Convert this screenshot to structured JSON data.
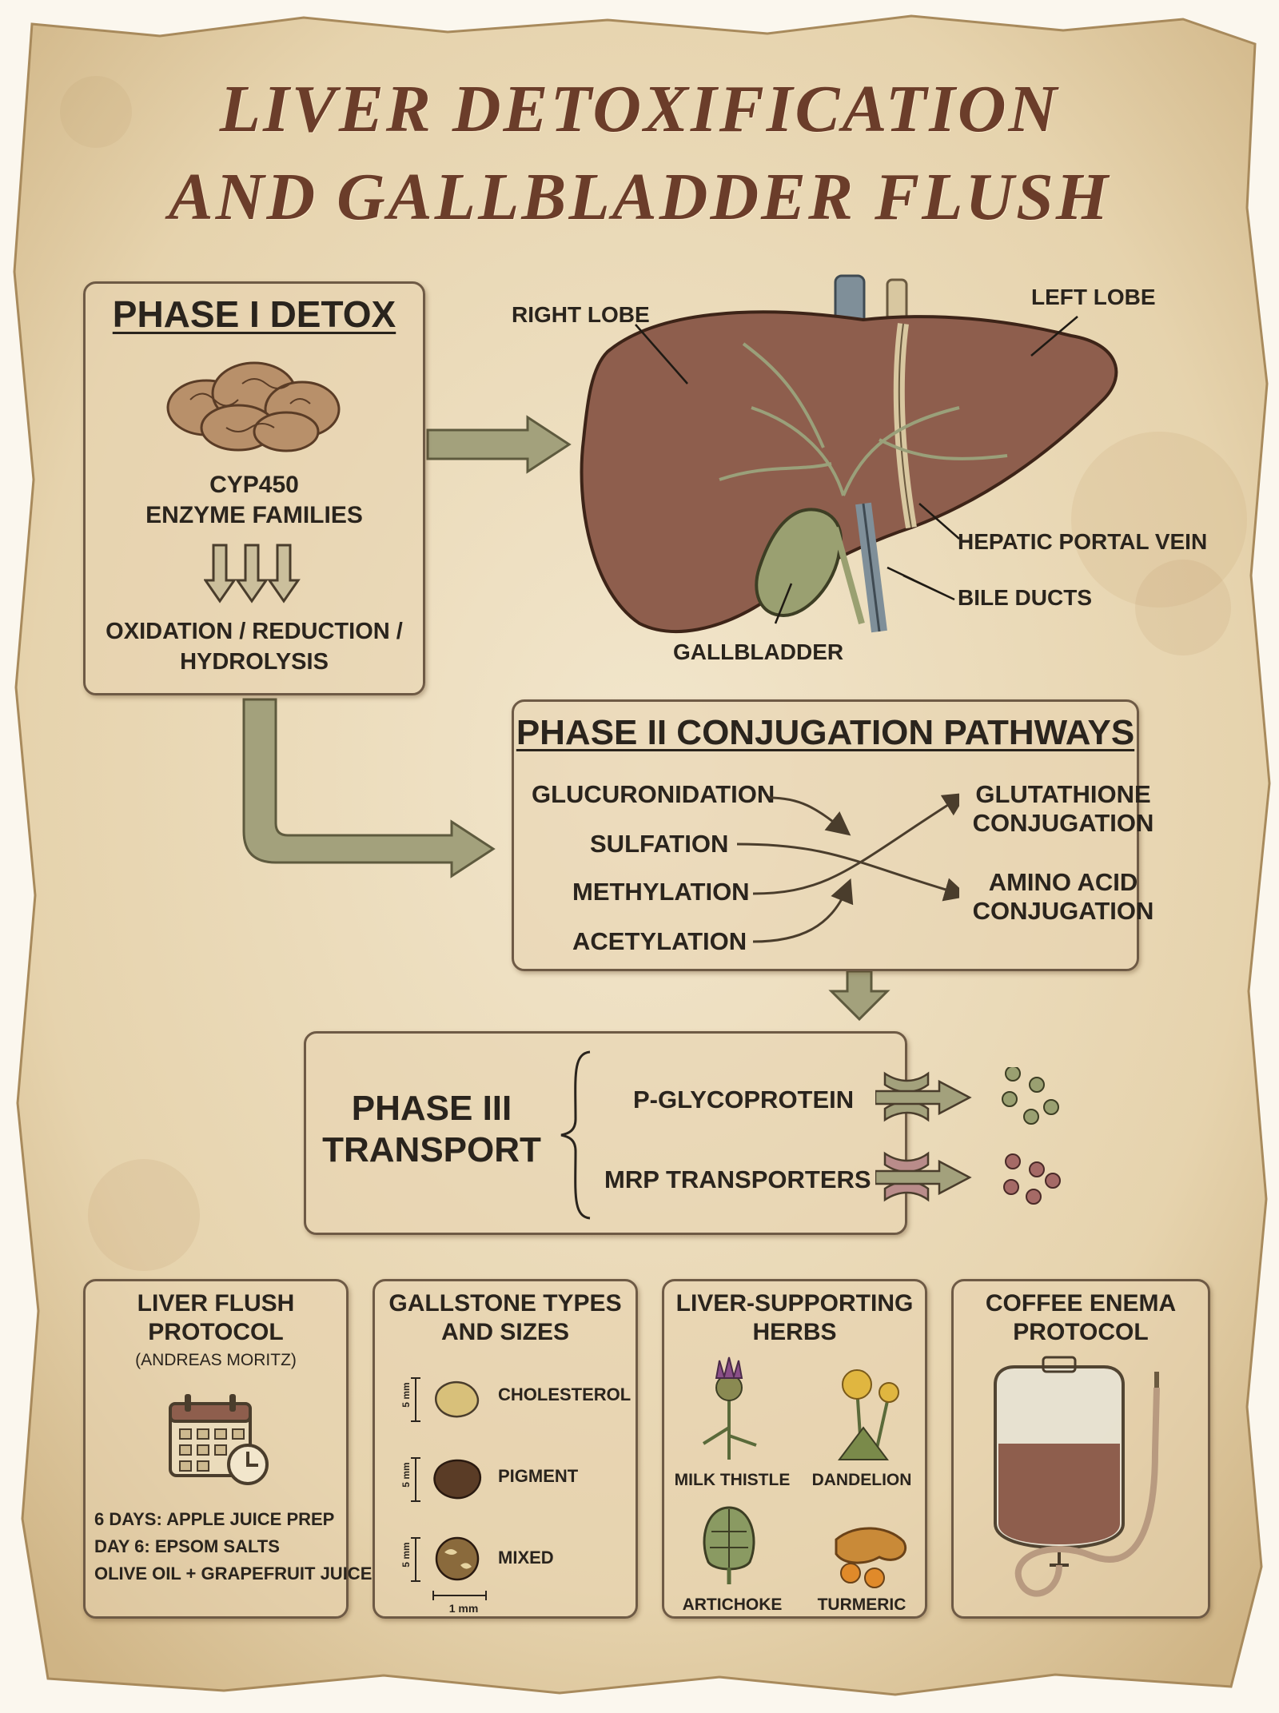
{
  "title": {
    "line1": "LIVER DETOXIFICATION",
    "line2": "AND GALLBLADDER FLUSH"
  },
  "phase1": {
    "heading": "PHASE I DETOX",
    "enzyme_line1": "CYP450",
    "enzyme_line2": "ENZYME FAMILIES",
    "reactions_line1": "OXIDATION / REDUCTION /",
    "reactions_line2": "HYDROLYSIS"
  },
  "liver_labels": {
    "right_lobe": "RIGHT LOBE",
    "left_lobe": "LEFT LOBE",
    "portal_vein": "HEPATIC PORTAL VEIN",
    "bile_ducts": "BILE DUCTS",
    "gallbladder": "GALLBLADDER"
  },
  "phase2": {
    "heading": "PHASE II CONJUGATION PATHWAYS",
    "inputs": [
      "GLUCURONIDATION",
      "SULFATION",
      "METHYLATION",
      "ACETYLATION"
    ],
    "outputs": [
      {
        "line1": "GLUTATHIONE",
        "line2": "CONJUGATION"
      },
      {
        "line1": "AMINO ACID",
        "line2": "CONJUGATION"
      }
    ]
  },
  "phase3": {
    "heading_line1": "PHASE III",
    "heading_line2": "TRANSPORT",
    "transporters": [
      "P-GLYCOPROTEIN",
      "MRP TRANSPORTERS"
    ]
  },
  "panels": {
    "flush": {
      "title_line1": "LIVER FLUSH",
      "title_line2": "PROTOCOL",
      "subtitle": "(ANDREAS MORITZ)",
      "steps": [
        "6 DAYS: APPLE JUICE PREP",
        "DAY 6: EPSOM SALTS",
        "OLIVE OIL + GRAPEFRUIT JUICE"
      ]
    },
    "gallstones": {
      "title_line1": "GALLSTONE TYPES",
      "title_line2": "AND SIZES",
      "types": [
        "CHOLESTEROL",
        "PIGMENT",
        "MIXED"
      ],
      "scale_label": "5 mm",
      "width_label": "1 mm"
    },
    "herbs": {
      "title_line1": "LIVER-SUPPORTING",
      "title_line2": "HERBS",
      "items": [
        "MILK THISTLE",
        "DANDELION",
        "ARTICHOKE",
        "TURMERIC"
      ]
    },
    "coffee": {
      "title_line1": "COFFEE ENEMA",
      "title_line2": "PROTOCOL"
    }
  },
  "colors": {
    "parchment": "#e9d9b8",
    "ink": "#2a241d",
    "title_brown": "#6b3d2a",
    "arrow_olive": "#a3a17c",
    "liver": "#8e5e4d"
  }
}
